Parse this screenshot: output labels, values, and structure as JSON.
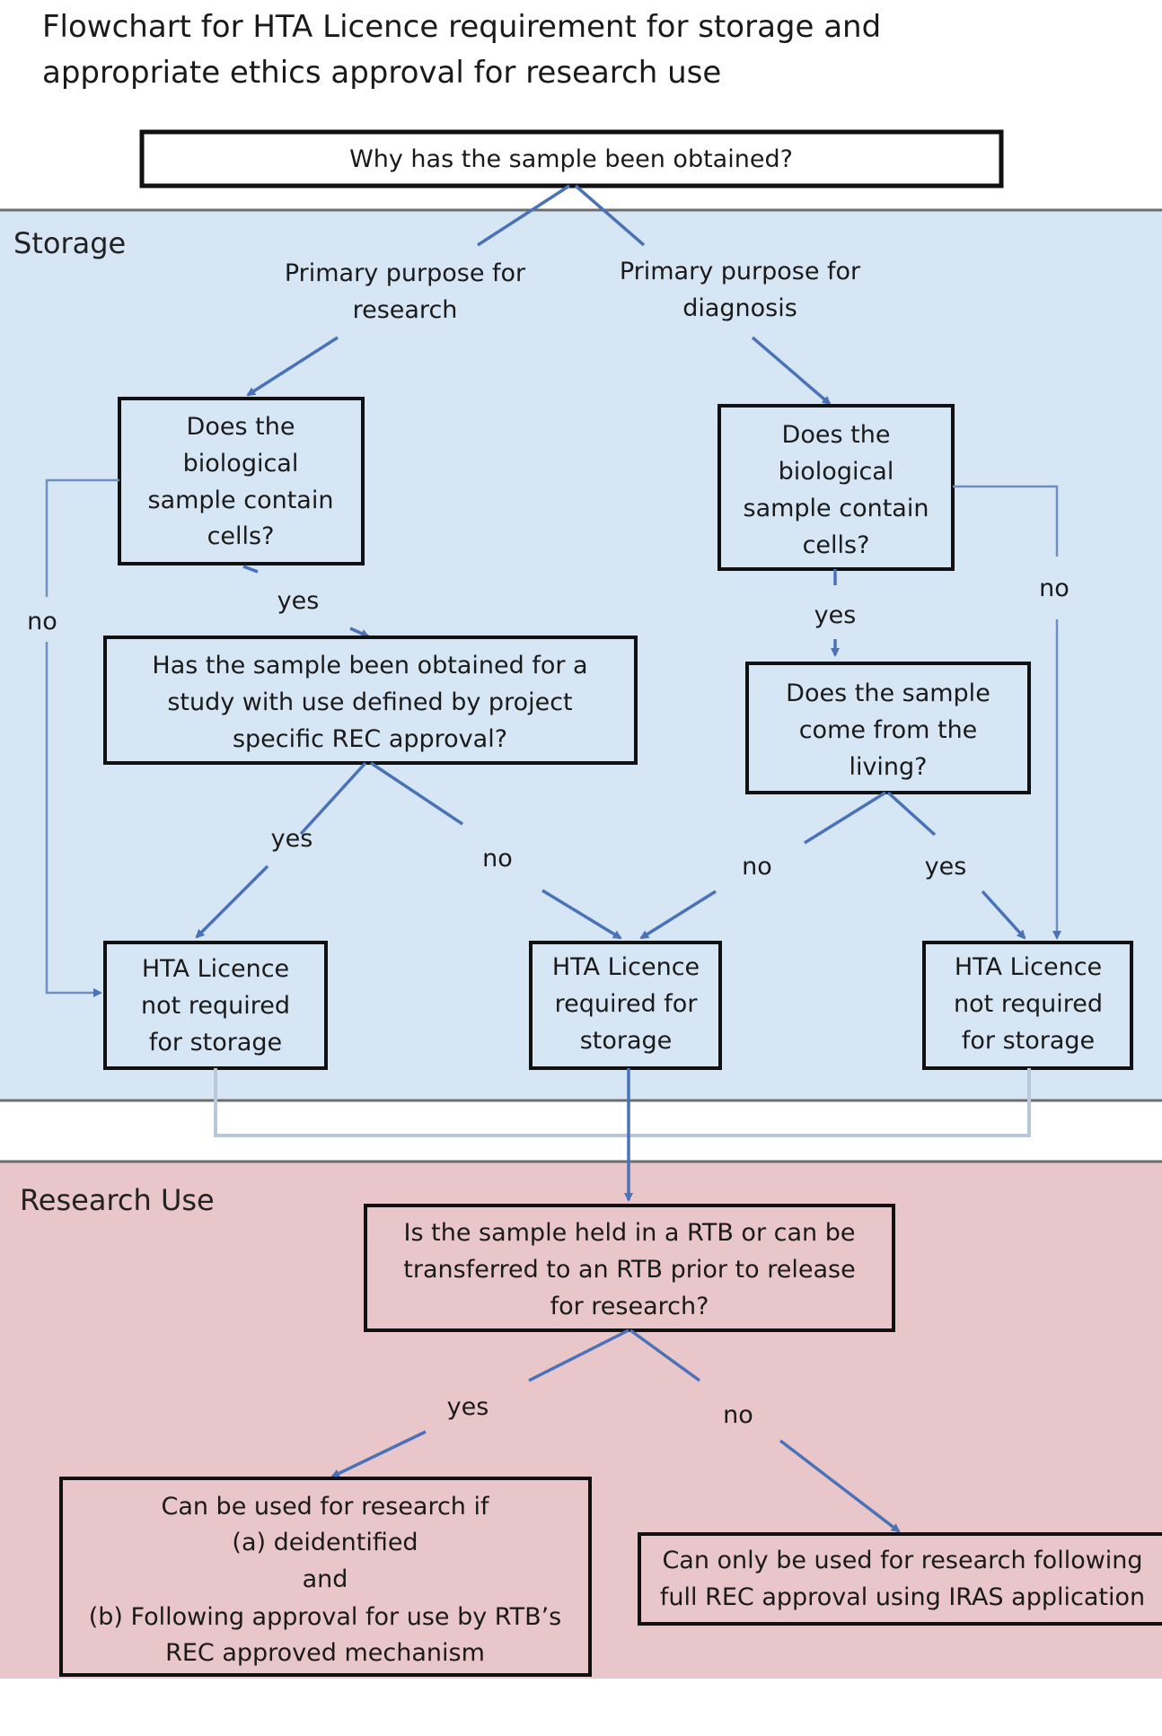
{
  "title": {
    "line1": "Flowchart for HTA Licence requirement for storage and",
    "line2": "appropriate ethics approval for research use"
  },
  "colors": {
    "storage_band": "#d7e6f4",
    "research_band": "#e9c6ca",
    "connector": "#4a72b8",
    "box_border": "#111111"
  },
  "bands": {
    "storage": "Storage",
    "research": "Research Use"
  },
  "nodes": {
    "start": [
      "Why has the sample been obtained?"
    ],
    "research_cells": [
      "Does the",
      "biological",
      "sample contain",
      "cells?"
    ],
    "diagnosis_cells": [
      "Does the",
      "biological",
      "sample contain",
      "cells?"
    ],
    "rec_approval": [
      "Has the sample been obtained for a",
      "study with use defined by project",
      "specific REC approval?"
    ],
    "from_living": [
      "Does the sample",
      "come from the",
      "living?"
    ],
    "not_required_left": [
      "HTA Licence",
      "not required",
      "for storage"
    ],
    "required": [
      "HTA Licence",
      "required for",
      "storage"
    ],
    "not_required_right": [
      "HTA Licence",
      "not required",
      "for storage"
    ],
    "rtb": [
      "Is the sample held in a RTB or can be",
      "transferred to an RTB prior to release",
      "for research?"
    ],
    "rtb_yes": [
      "Can be used for research if",
      "(a)    deidentified",
      "and",
      "(b) Following approval for use by RTB’s",
      "REC approved mechanism"
    ],
    "rtb_no": [
      "Can only be used for research following",
      "full REC approval using IRAS application"
    ]
  },
  "edge_labels": {
    "purpose_research": [
      "Primary purpose for",
      "research"
    ],
    "purpose_diagnosis": [
      "Primary purpose for",
      "diagnosis"
    ],
    "left_no": "no",
    "left_yes": "yes",
    "right_yes": "yes",
    "right_no": "no",
    "rec_yes": "yes",
    "rec_no": "no",
    "living_no": "no",
    "living_yes": "yes",
    "rtb_yes": "yes",
    "rtb_no": "no"
  }
}
